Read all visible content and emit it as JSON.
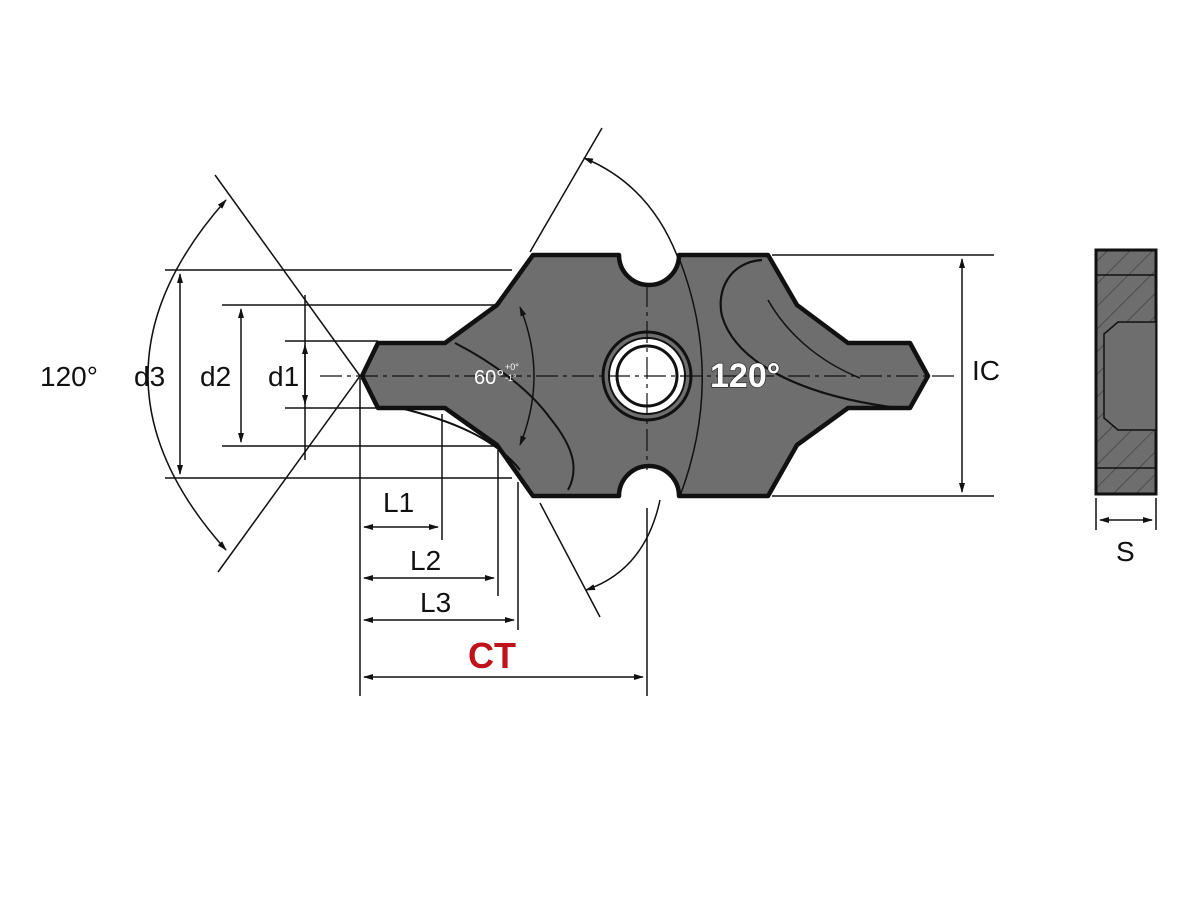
{
  "colors": {
    "insert_fill": "#6e6e6e",
    "outline": "#111111",
    "ct_accent": "#c0121a",
    "background": "#ffffff"
  },
  "labels": {
    "angle_left": "120°",
    "d3": "d3",
    "d2": "d2",
    "d1": "d1",
    "angle_small": "60°",
    "angle_small_tol_plus": "+0°",
    "angle_small_tol_minus": "-1°",
    "angle_insert": "120°",
    "ic": "IC",
    "l1": "L1",
    "l2": "L2",
    "l3": "L3",
    "ct": "CT",
    "s": "S"
  }
}
